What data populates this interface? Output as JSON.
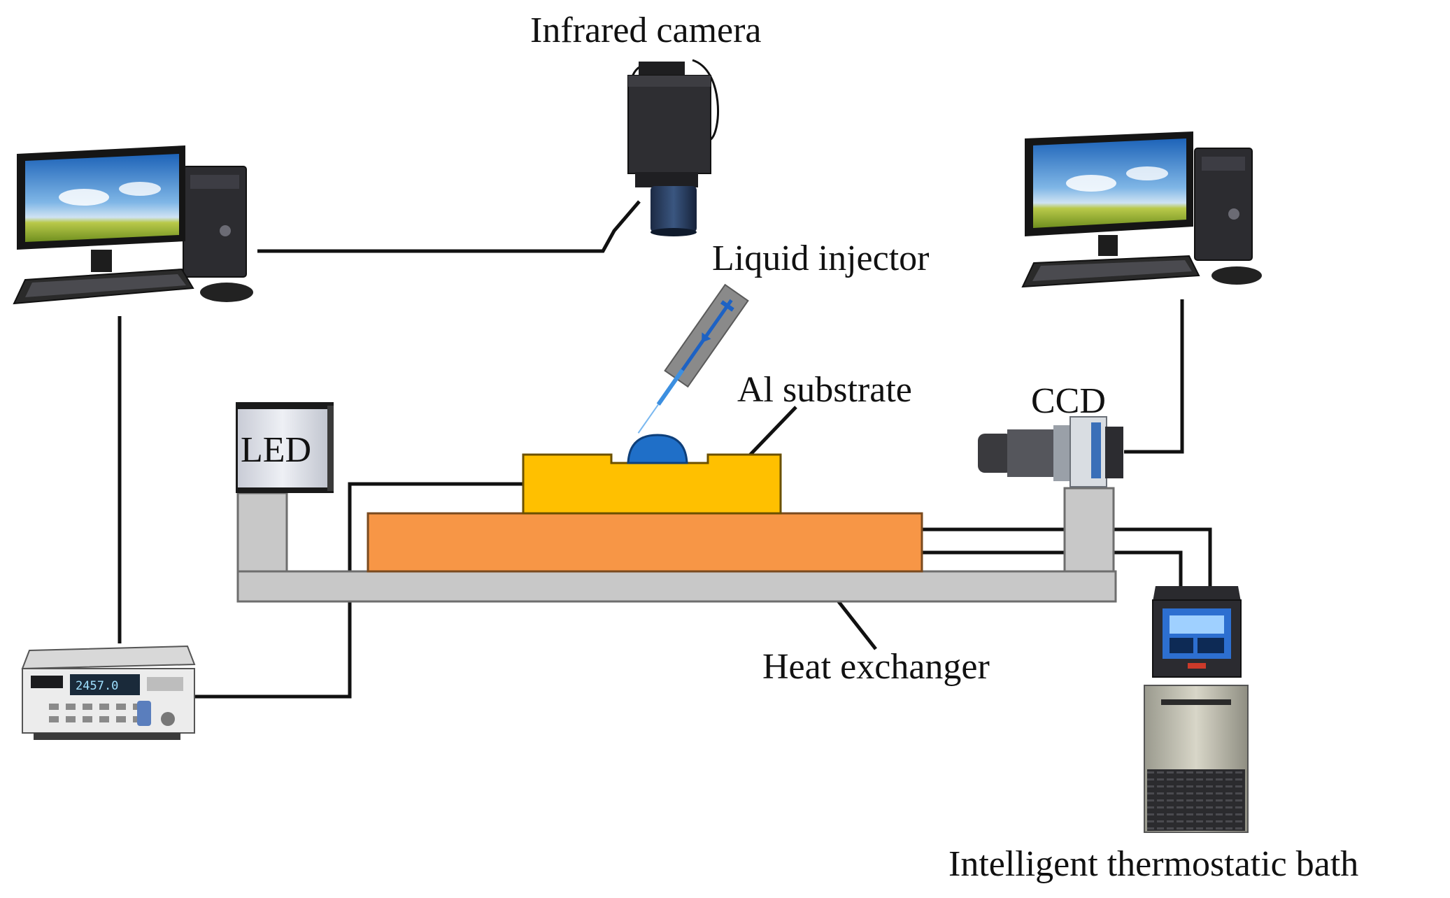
{
  "labels": {
    "infrared_camera": "Infrared camera",
    "liquid_injector": "Liquid injector",
    "al_substrate": "Al substrate",
    "ccd": "CCD",
    "led": "LED",
    "heat_exchanger": "Heat exchanger",
    "thermostatic_bath": "Intelligent thermostatic bath"
  },
  "colors": {
    "al_substrate": "#FFC000",
    "heat_exchanger": "#F79646",
    "droplet": "#1F6FC8",
    "platform": "#C8C8C8",
    "wire": "#111111"
  },
  "icons": {
    "left_computer": "desktop-computer-icon",
    "right_computer": "desktop-computer-icon",
    "infrared_camera": "infrared-camera-icon",
    "ccd_camera": "ccd-camera-icon",
    "data_logger": "data-acquisition-icon",
    "thermostatic_bath": "thermostatic-bath-icon",
    "injector": "syringe-icon"
  }
}
